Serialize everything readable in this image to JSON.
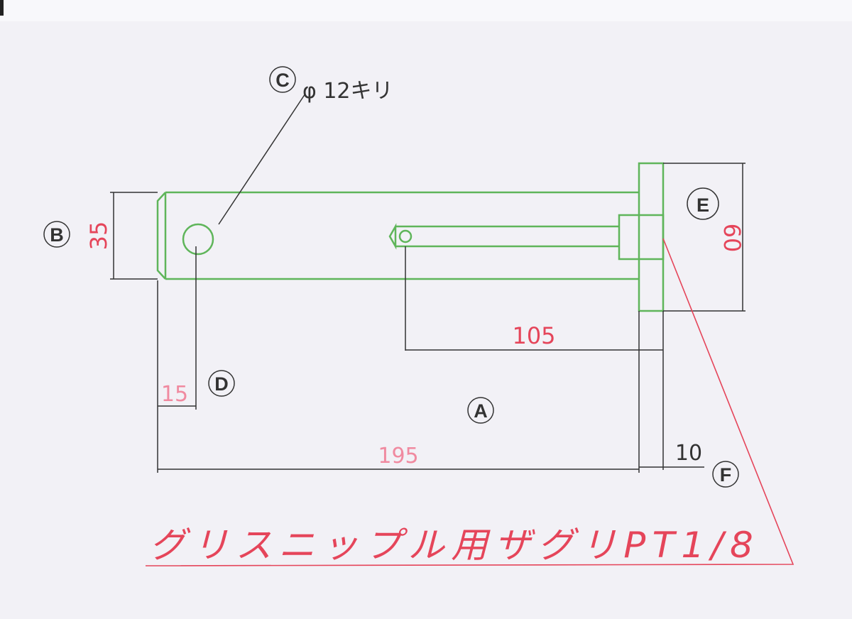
{
  "title": "グリスニップル用ザグリPT1/8",
  "labels": {
    "a": "A",
    "b": "B",
    "c": "C",
    "d": "D",
    "e": "E",
    "f": "F"
  },
  "hole_note": "φ 12キリ",
  "dimensions": {
    "height": "35",
    "flange_height": "60",
    "bore_depth": "105",
    "overall_length": "195",
    "hole_offset": "15",
    "flange_thickness": "10"
  },
  "colors": {
    "part": "#5fb55a",
    "dimension": "#e5455a",
    "line": "#333333"
  }
}
